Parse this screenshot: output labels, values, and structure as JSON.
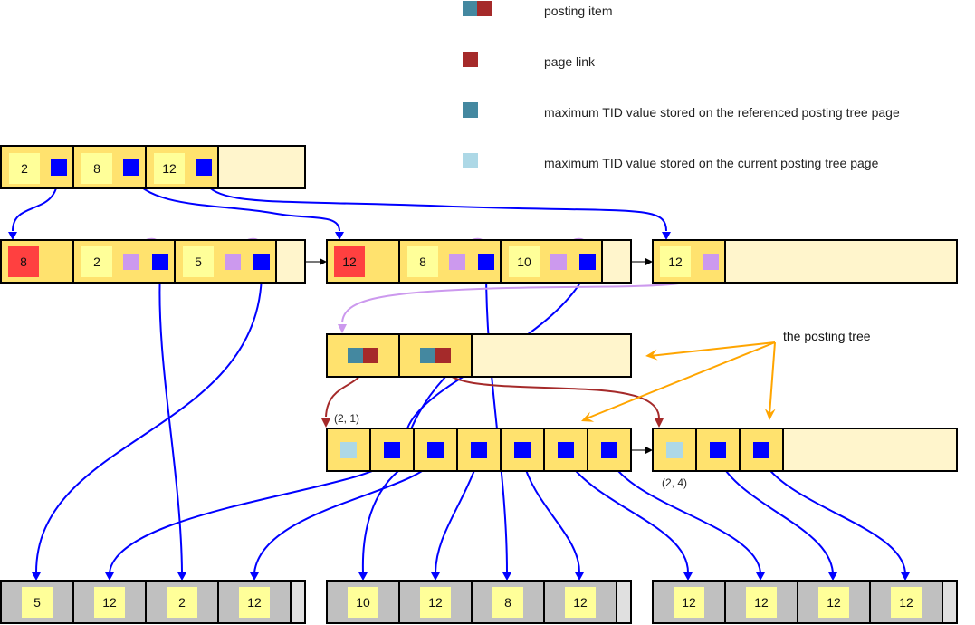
{
  "legend": [
    {
      "icon": "posting-item",
      "label": "posting item"
    },
    {
      "icon": "page-link",
      "label": "page link"
    },
    {
      "icon": "max-tid-referenced",
      "label": "maximum TID value stored on the referenced posting tree page"
    },
    {
      "icon": "max-tid-current",
      "label": "maximum TID value stored on the current posting tree page"
    }
  ],
  "annotation": {
    "label": "the posting tree"
  },
  "colors": {
    "cell": "#ffe26e",
    "free": "#fff5cc",
    "key_bg": "#ffff99",
    "high_key": "#ff4040",
    "pointer": "#0000ff",
    "right_pointer": "#cc99ee",
    "tid_ref": "#4488a0",
    "page_link": "#a52a2a",
    "tid_current": "#add8e6",
    "leaf_cell": "#c0c0c0",
    "leaf_free": "#e0e0e0",
    "arrow_tree": "#ffa500"
  },
  "root": {
    "keys": [
      "2",
      "8",
      "12"
    ]
  },
  "level1": [
    {
      "high_key": "8",
      "keys": [
        "2",
        "5"
      ]
    },
    {
      "high_key": "12",
      "keys": [
        "8",
        "10"
      ]
    },
    {
      "keys": [
        "12"
      ]
    }
  ],
  "posting_tree": {
    "root_items": 2,
    "leaf_pages": [
      {
        "coord": "(2, 1)",
        "items": 6
      },
      {
        "coord": "(2, 4)",
        "items": 2
      }
    ]
  },
  "leaves": [
    {
      "keys": [
        "5",
        "12",
        "2",
        "12"
      ]
    },
    {
      "keys": [
        "10",
        "12",
        "8",
        "12"
      ]
    },
    {
      "keys": [
        "12",
        "12",
        "12",
        "12"
      ]
    }
  ]
}
